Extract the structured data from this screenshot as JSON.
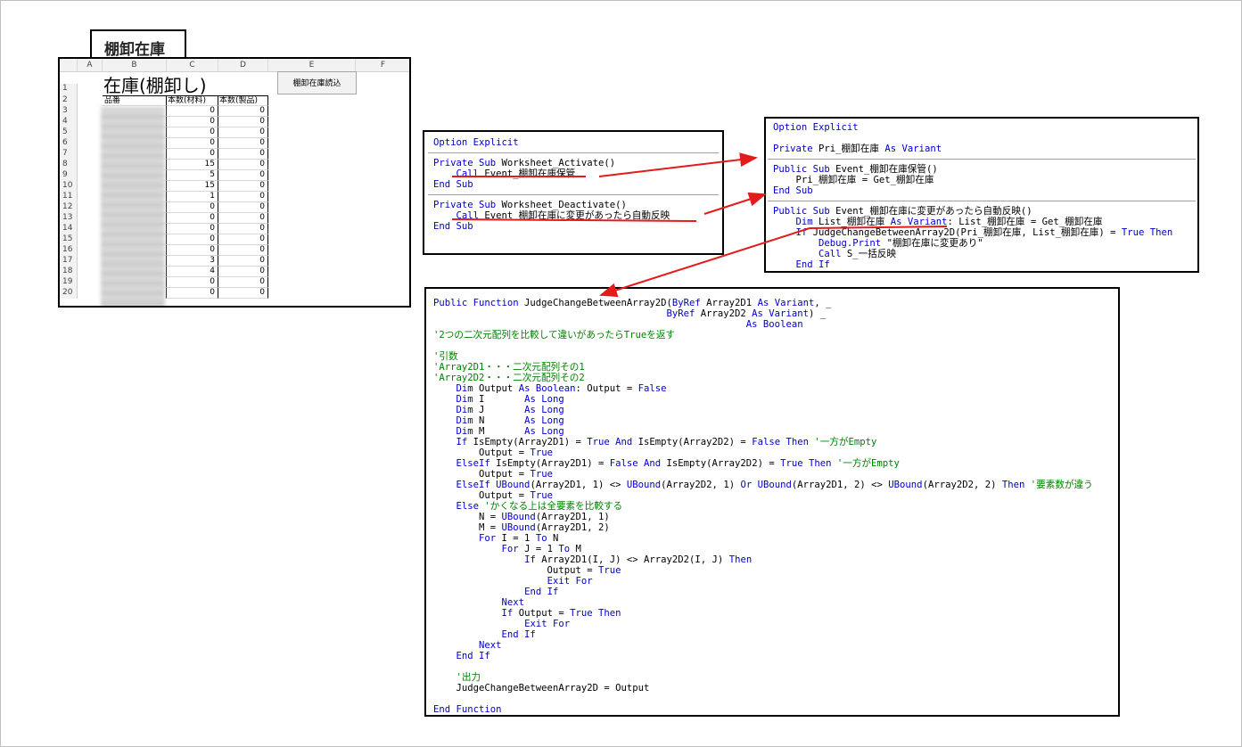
{
  "sheet_tab": "棚卸在庫",
  "excel": {
    "columns": [
      "A",
      "B",
      "C",
      "D",
      "E",
      "F"
    ],
    "title": "在庫(棚卸し)",
    "button": "棚卸在庫読込",
    "headers": [
      "品番",
      "本数(材料)",
      "本数(製品)"
    ],
    "rows": [
      {
        "row": "1",
        "c": "",
        "d": ""
      },
      {
        "row": "2",
        "c": "",
        "d": ""
      },
      {
        "row": "3",
        "c": "0",
        "d": "0"
      },
      {
        "row": "4",
        "c": "0",
        "d": "0"
      },
      {
        "row": "5",
        "c": "0",
        "d": "0"
      },
      {
        "row": "6",
        "c": "0",
        "d": "0"
      },
      {
        "row": "7",
        "c": "0",
        "d": "0"
      },
      {
        "row": "8",
        "c": "15",
        "d": "0"
      },
      {
        "row": "9",
        "c": "5",
        "d": "0"
      },
      {
        "row": "10",
        "c": "15",
        "d": "0"
      },
      {
        "row": "11",
        "c": "1",
        "d": "0"
      },
      {
        "row": "12",
        "c": "0",
        "d": "0"
      },
      {
        "row": "13",
        "c": "0",
        "d": "0"
      },
      {
        "row": "14",
        "c": "0",
        "d": "0"
      },
      {
        "row": "15",
        "c": "0",
        "d": "0"
      },
      {
        "row": "16",
        "c": "0",
        "d": "0"
      },
      {
        "row": "17",
        "c": "3",
        "d": "0"
      },
      {
        "row": "18",
        "c": "4",
        "d": "0"
      },
      {
        "row": "19",
        "c": "0",
        "d": "0"
      },
      {
        "row": "20",
        "c": "0",
        "d": "0"
      }
    ]
  },
  "code1": [
    [
      [
        "kw",
        "Option Explicit"
      ]
    ],
    "SEP",
    [
      [
        "kw",
        "Private Sub"
      ],
      [
        "t",
        " Worksheet_Activate()"
      ]
    ],
    [
      [
        "t",
        "    "
      ],
      [
        "kw",
        "Call"
      ],
      [
        "t",
        " Event_棚卸在庫保管"
      ]
    ],
    [
      [
        "kw",
        "End Sub"
      ]
    ],
    "SEP",
    [
      [
        "kw",
        "Private Sub"
      ],
      [
        "t",
        " Worksheet_Deactivate()"
      ]
    ],
    [
      [
        "t",
        "    "
      ],
      [
        "kw",
        "Call"
      ],
      [
        "t",
        " Event_棚卸在庫に変更があったら自動反映"
      ]
    ],
    [
      [
        "kw",
        "End Sub"
      ]
    ]
  ],
  "code2": [
    [
      [
        "kw",
        "Option Explicit"
      ]
    ],
    [
      [
        "t",
        ""
      ]
    ],
    [
      [
        "kw",
        "Private"
      ],
      [
        "t",
        " Pri_棚卸在庫 "
      ],
      [
        "kw",
        "As Variant"
      ]
    ],
    "SEP",
    [
      [
        "kw",
        "Public Sub"
      ],
      [
        "t",
        " Event_棚卸在庫保管()"
      ]
    ],
    [
      [
        "t",
        "    Pri_棚卸在庫 = Get_棚卸在庫"
      ]
    ],
    [
      [
        "kw",
        "End Sub"
      ]
    ],
    "SEP",
    [
      [
        "kw",
        "Public Sub"
      ],
      [
        "t",
        " Event_棚卸在庫に変更があったら自動反映()"
      ]
    ],
    [
      [
        "t",
        "    "
      ],
      [
        "kw",
        "Dim"
      ],
      [
        "t",
        " List_棚卸在庫 "
      ],
      [
        "kw",
        "As Variant"
      ],
      [
        "t",
        ": List_棚卸在庫 = Get_棚卸在庫"
      ]
    ],
    [
      [
        "t",
        "    "
      ],
      [
        "kw",
        "If"
      ],
      [
        "t",
        " JudgeChangeBetweenArray2D(Pri_棚卸在庫, List_棚卸在庫) = "
      ],
      [
        "kw",
        "True Then"
      ]
    ],
    [
      [
        "t",
        "        "
      ],
      [
        "kw",
        "Debug.Print"
      ],
      [
        "t",
        " \"棚卸在庫に変更あり\""
      ]
    ],
    [
      [
        "t",
        "        "
      ],
      [
        "kw",
        "Call"
      ],
      [
        "t",
        " S_一括反映"
      ]
    ],
    [
      [
        "t",
        "    "
      ],
      [
        "kw",
        "End If"
      ]
    ],
    [
      [
        "kw",
        "End Sub"
      ]
    ]
  ],
  "code3": [
    [
      [
        "kw",
        "Public Function"
      ],
      [
        "t",
        " JudgeChangeBetweenArray2D("
      ],
      [
        "kw",
        "ByRef"
      ],
      [
        "t",
        " Array2D1 "
      ],
      [
        "kw",
        "As Variant"
      ],
      [
        "t",
        ", _"
      ]
    ],
    [
      [
        "t",
        "                                         "
      ],
      [
        "kw",
        "ByRef"
      ],
      [
        "t",
        " Array2D2 "
      ],
      [
        "kw",
        "As Variant"
      ],
      [
        "t",
        ") _"
      ]
    ],
    [
      [
        "t",
        "                                                       "
      ],
      [
        "kw",
        "As Boolean"
      ]
    ],
    [
      [
        "cm",
        "'2つの二次元配列を比較して違いがあったらTrueを返す"
      ]
    ],
    [
      [
        "t",
        ""
      ]
    ],
    [
      [
        "cm",
        "'引数"
      ]
    ],
    [
      [
        "cm",
        "'Array2D1・・・二次元配列その1"
      ]
    ],
    [
      [
        "cm",
        "'Array2D2・・・二次元配列その2"
      ]
    ],
    [
      [
        "t",
        "    "
      ],
      [
        "kw",
        "Dim"
      ],
      [
        "t",
        " Output "
      ],
      [
        "kw",
        "As Boolean"
      ],
      [
        "t",
        ": Output = "
      ],
      [
        "kw",
        "False"
      ]
    ],
    [
      [
        "t",
        "    "
      ],
      [
        "kw",
        "Dim"
      ],
      [
        "t",
        " I       "
      ],
      [
        "kw",
        "As Long"
      ]
    ],
    [
      [
        "t",
        "    "
      ],
      [
        "kw",
        "Dim"
      ],
      [
        "t",
        " J       "
      ],
      [
        "kw",
        "As Long"
      ]
    ],
    [
      [
        "t",
        "    "
      ],
      [
        "kw",
        "Dim"
      ],
      [
        "t",
        " N       "
      ],
      [
        "kw",
        "As Long"
      ]
    ],
    [
      [
        "t",
        "    "
      ],
      [
        "kw",
        "Dim"
      ],
      [
        "t",
        " M       "
      ],
      [
        "kw",
        "As Long"
      ]
    ],
    [
      [
        "t",
        "    "
      ],
      [
        "kw",
        "If"
      ],
      [
        "t",
        " IsEmpty(Array2D1) = "
      ],
      [
        "kw",
        "True And"
      ],
      [
        "t",
        " IsEmpty(Array2D2) = "
      ],
      [
        "kw",
        "False Then"
      ],
      [
        "t",
        " "
      ],
      [
        "cm",
        "'一方がEmpty"
      ]
    ],
    [
      [
        "t",
        "        Output = "
      ],
      [
        "kw",
        "True"
      ]
    ],
    [
      [
        "t",
        "    "
      ],
      [
        "kw",
        "ElseIf"
      ],
      [
        "t",
        " IsEmpty(Array2D1) = "
      ],
      [
        "kw",
        "False And"
      ],
      [
        "t",
        " IsEmpty(Array2D2) = "
      ],
      [
        "kw",
        "True Then"
      ],
      [
        "t",
        " "
      ],
      [
        "cm",
        "'一方がEmpty"
      ]
    ],
    [
      [
        "t",
        "        Output = "
      ],
      [
        "kw",
        "True"
      ]
    ],
    [
      [
        "t",
        "    "
      ],
      [
        "kw",
        "ElseIf UBound"
      ],
      [
        "t",
        "(Array2D1, 1) <> "
      ],
      [
        "kw",
        "UBound"
      ],
      [
        "t",
        "(Array2D2, 1) "
      ],
      [
        "kw",
        "Or UBound"
      ],
      [
        "t",
        "(Array2D1, 2) <> "
      ],
      [
        "kw",
        "UBound"
      ],
      [
        "t",
        "(Array2D2, 2) "
      ],
      [
        "kw",
        "Then"
      ],
      [
        "t",
        " "
      ],
      [
        "cm",
        "'要素数が違う"
      ]
    ],
    [
      [
        "t",
        "        Output = "
      ],
      [
        "kw",
        "True"
      ]
    ],
    [
      [
        "t",
        "    "
      ],
      [
        "kw",
        "Else"
      ],
      [
        "t",
        " "
      ],
      [
        "cm",
        "'かくなる上は全要素を比較する"
      ]
    ],
    [
      [
        "t",
        "        N = "
      ],
      [
        "kw",
        "UBound"
      ],
      [
        "t",
        "(Array2D1, 1)"
      ]
    ],
    [
      [
        "t",
        "        M = "
      ],
      [
        "kw",
        "UBound"
      ],
      [
        "t",
        "(Array2D1, 2)"
      ]
    ],
    [
      [
        "t",
        "        "
      ],
      [
        "kw",
        "For"
      ],
      [
        "t",
        " I = 1 "
      ],
      [
        "kw",
        "To"
      ],
      [
        "t",
        " N"
      ]
    ],
    [
      [
        "t",
        "            "
      ],
      [
        "kw",
        "For"
      ],
      [
        "t",
        " J = 1 "
      ],
      [
        "kw",
        "To"
      ],
      [
        "t",
        " M"
      ]
    ],
    [
      [
        "t",
        "                "
      ],
      [
        "kw",
        "If"
      ],
      [
        "t",
        " Array2D1(I, J) <> Array2D2(I, J) "
      ],
      [
        "kw",
        "Then"
      ]
    ],
    [
      [
        "t",
        "                    Output = "
      ],
      [
        "kw",
        "True"
      ]
    ],
    [
      [
        "t",
        "                    "
      ],
      [
        "kw",
        "Exit For"
      ]
    ],
    [
      [
        "t",
        "                "
      ],
      [
        "kw",
        "End If"
      ]
    ],
    [
      [
        "t",
        "            "
      ],
      [
        "kw",
        "Next"
      ]
    ],
    [
      [
        "t",
        "            "
      ],
      [
        "kw",
        "If"
      ],
      [
        "t",
        " Output = "
      ],
      [
        "kw",
        "True Then"
      ]
    ],
    [
      [
        "t",
        "                "
      ],
      [
        "kw",
        "Exit For"
      ]
    ],
    [
      [
        "t",
        "            "
      ],
      [
        "kw",
        "End If"
      ]
    ],
    [
      [
        "t",
        "        "
      ],
      [
        "kw",
        "Next"
      ]
    ],
    [
      [
        "t",
        "    "
      ],
      [
        "kw",
        "End If"
      ]
    ],
    [
      [
        "t",
        ""
      ]
    ],
    [
      [
        "t",
        "    "
      ],
      [
        "cm",
        "'出力"
      ]
    ],
    [
      [
        "t",
        "    JudgeChangeBetweenArray2D = Output"
      ]
    ],
    [
      [
        "t",
        ""
      ]
    ],
    [
      [
        "kw",
        "End Function"
      ]
    ]
  ]
}
